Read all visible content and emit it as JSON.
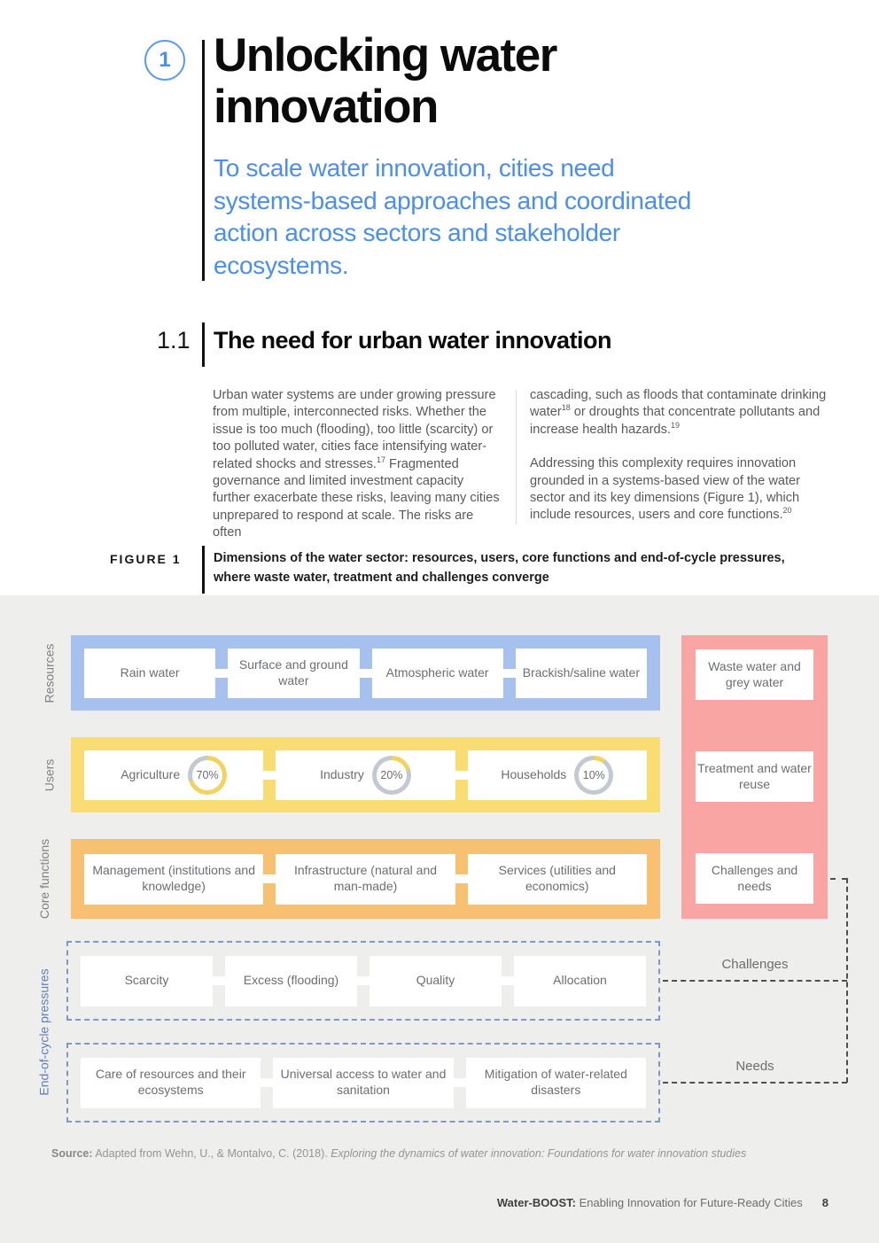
{
  "page": {
    "chapter_number": "1",
    "title": "Unlocking water innovation",
    "subtitle": "To scale water innovation, cities need systems-based approaches and coordinated action across sectors and stakeholder ecosystems.",
    "section": {
      "number": "1.1",
      "title": "The need for urban water innovation"
    },
    "body": {
      "left": [
        "Urban water systems are under growing pressure from multiple, interconnected risks. Whether the issue is too much (flooding), too little (scarcity) or too polluted water, cities face intensifying water-related shocks and stresses.",
        "17",
        " Fragmented governance and limited investment capacity further exacerbate these risks, leaving many cities unprepared to respond at scale. The risks are often"
      ],
      "right_p1": [
        "cascading, such as floods that contaminate drinking water",
        "18",
        " or droughts that concentrate pollutants and increase health hazards.",
        "19"
      ],
      "right_p2": [
        "Addressing this complexity requires innovation grounded in a systems-based view of the water sector and its key dimensions (Figure 1), which include resources, users and core functions.",
        "20"
      ]
    },
    "figure_header": {
      "label": "FIGURE 1",
      "caption": "Dimensions of the water sector: resources, users, core functions and end-of-cycle pressures, where waste water, treatment and challenges converge"
    }
  },
  "figure": {
    "resources": {
      "label": "Resources",
      "items": [
        "Rain water",
        "Surface and ground water",
        "Atmospheric water",
        "Brackish/saline water"
      ]
    },
    "users": {
      "label": "Users",
      "items": [
        {
          "name": "Agriculture",
          "pct": 70,
          "pct_label": "70%"
        },
        {
          "name": "Industry",
          "pct": 20,
          "pct_label": "20%"
        },
        {
          "name": "Households",
          "pct": 10,
          "pct_label": "10%"
        }
      ]
    },
    "core_functions": {
      "label": "Core functions",
      "items": [
        "Management (institutions and knowledge)",
        "Infrastructure (natural and man-made)",
        "Services (utilities and economics)"
      ]
    },
    "end_of_cycle": {
      "label": "End-of-cycle pressures",
      "row1": [
        "Scarcity",
        "Excess (flooding)",
        "Quality",
        "Allocation"
      ],
      "row2": [
        "Care of resources and their ecosystems",
        "Universal access to water and sanitation",
        "Mitigation of water-related disasters"
      ]
    },
    "waste_column": {
      "items": [
        "Waste water and grey water",
        "Treatment and water reuse",
        "Challenges and needs"
      ]
    },
    "connectors": {
      "challenges_label": "Challenges",
      "needs_label": "Needs"
    }
  },
  "source": {
    "prefix": "Source:",
    "citation": " Adapted from Wehn, U., & Montalvo, C. (2018). ",
    "work_title": "Exploring the dynamics of water innovation: Foundations for water innovation studies"
  },
  "footer": {
    "brand": "Water-BOOST:",
    "tagline": " Enabling Innovation for Future-Ready Cities",
    "page_number": "8"
  },
  "colors": {
    "accent_blue": "#4a8ff0",
    "band_blue": "#a6c1ee",
    "band_yellow": "#f9dc72",
    "band_orange": "#f8c171",
    "band_pink": "#f9a5a3",
    "figure_background": "#eeeeec",
    "donut_fill": "#f3d35f",
    "donut_rest": "#c3c9d0",
    "dashed_blue": "#7d99cc",
    "dashed_dark": "#4f4f4f",
    "box_text_gray": "#6d6e71"
  }
}
